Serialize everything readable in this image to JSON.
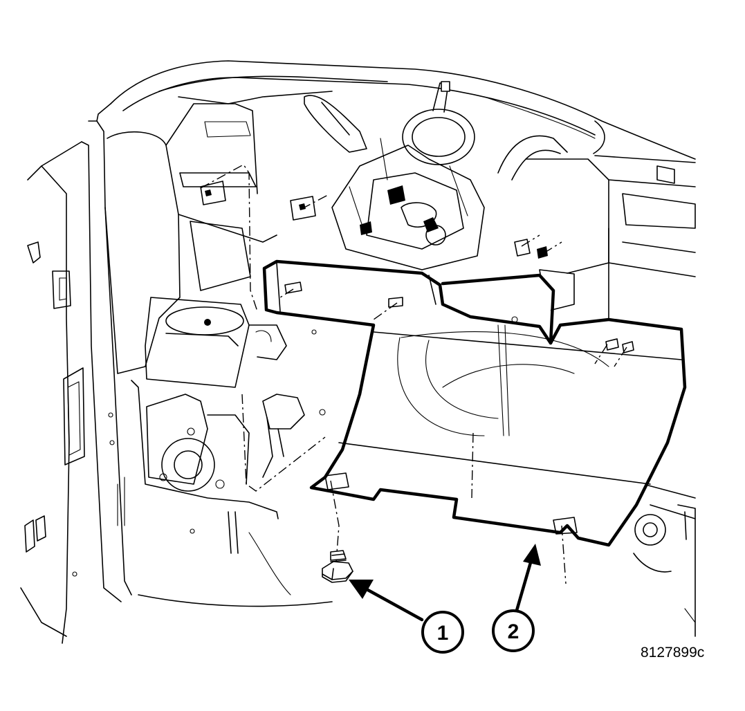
{
  "callouts": [
    {
      "number": "1"
    },
    {
      "number": "2"
    }
  ],
  "figure_id": "8127899c"
}
